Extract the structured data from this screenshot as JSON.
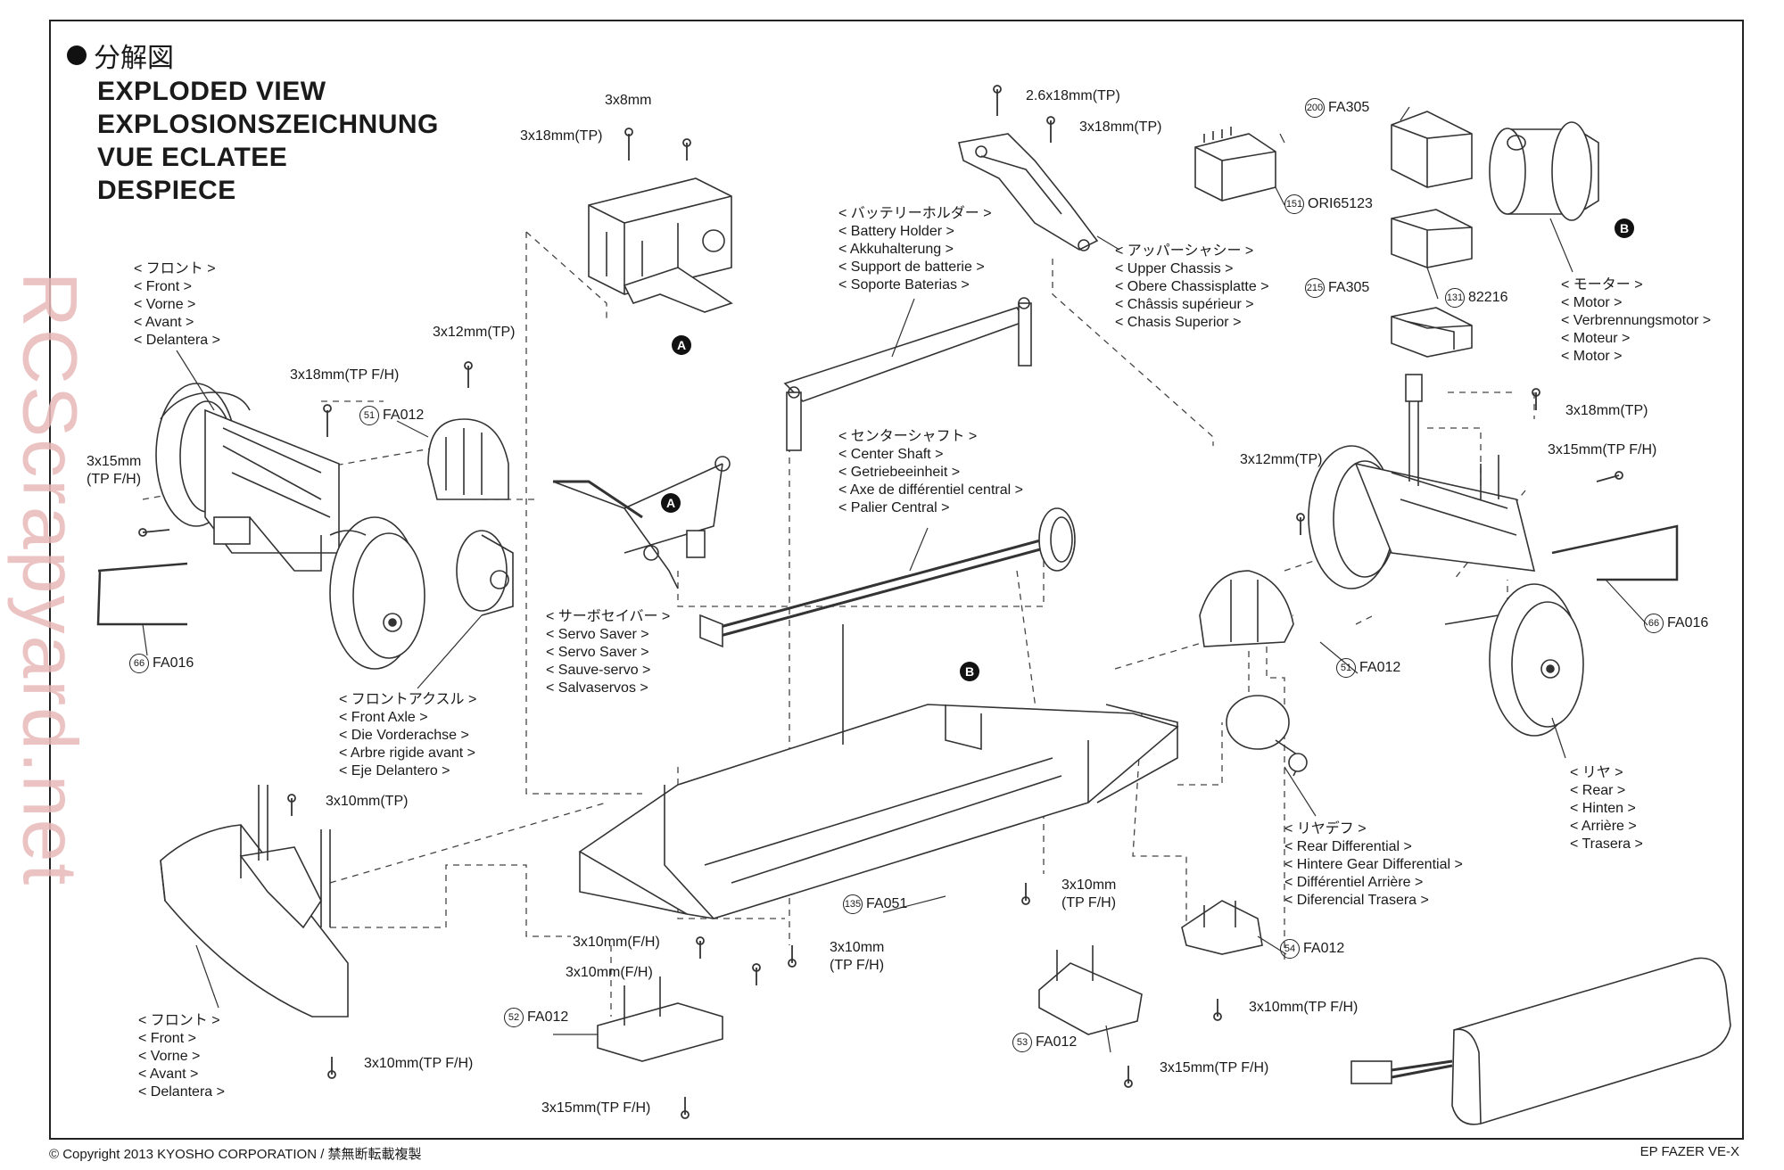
{
  "header": {
    "jp_title": "分解図",
    "titles": [
      "EXPLODED VIEW",
      "EXPLOSIONSZEICHNUNG",
      "VUE ECLATEE",
      "DESPIECE"
    ]
  },
  "watermark": "RCScrapyard.net",
  "footer": {
    "copyright": "© Copyright 2013 KYOSHO CORPORATION / 禁無断転載複製",
    "model": "EP FAZER VE-X"
  },
  "group_labels": {
    "front_top": [
      "< フロント >",
      "< Front >",
      "< Vorne >",
      "< Avant >",
      "< Delantera >"
    ],
    "front_bottom": [
      "< フロント >",
      "< Front >",
      "< Vorne >",
      "< Avant >",
      "< Delantera >"
    ],
    "front_axle": [
      "< フロントアクスル >",
      "< Front Axle >",
      "< Die Vorderachse >",
      "< Arbre rigide avant >",
      "< Eje Delantero >"
    ],
    "servo_saver": [
      "< サーボセイバー >",
      "< Servo Saver >",
      "< Servo Saver >",
      "< Sauve-servo >",
      "< Salvaservos >"
    ],
    "battery_holder": [
      "< バッテリーホルダー >",
      "< Battery Holder >",
      "< Akkuhalterung >",
      "< Support de batterie >",
      "< Soporte Baterias >"
    ],
    "center_shaft": [
      "< センターシャフト >",
      "< Center Shaft >",
      "< Getriebeeinheit >",
      "< Axe de différentiel central >",
      "< Palier Central >"
    ],
    "upper_chassis": [
      "< アッパーシャシー >",
      "< Upper Chassis >",
      "< Obere Chassisplatte >",
      "< Châssis supérieur >",
      "< Chasis Superior >"
    ],
    "motor": [
      "< モーター >",
      "< Motor >",
      "< Verbrennungsmotor >",
      "< Moteur >",
      "< Motor >"
    ],
    "rear": [
      "< リヤ >",
      "< Rear >",
      "< Hinten >",
      "< Arrière >",
      "< Trasera >"
    ],
    "rear_diff": [
      "< リヤデフ >",
      "< Rear Differential >",
      "< Hintere Gear Differential >",
      "< Différentiel Arrière >",
      "< Diferencial Trasera >"
    ]
  },
  "screws": {
    "s_3x8": "3x8mm",
    "s_3x18_tp_top": "3x18mm(TP)",
    "s_26x18": "2.6x18mm(TP)",
    "s_3x18_tp_uc": "3x18mm(TP)",
    "s_3x12_tp_front": "3x12mm(TP)",
    "s_3x18_tpfh": "3x18mm(TP F/H)",
    "s_3x15_front_a": "3x15mm",
    "s_3x15_front_b": "(TP F/H)",
    "s_3x10_tp": "3x10mm(TP)",
    "s_3x10_fh_a": "3x10mm(F/H)",
    "s_3x10_fh_b": "3x10mm(F/H)",
    "s_3x10_tpfh_mid_a": "3x10mm",
    "s_3x10_tpfh_mid_b": "(TP F/H)",
    "s_3x10_tpfh_c_a": "3x10mm",
    "s_3x10_tpfh_c_b": "(TP F/H)",
    "s_3x10_tpfh_bumper": "3x10mm(TP F/H)",
    "s_3x15_tpfh_bottom": "3x15mm(TP F/H)",
    "s_3x15_tpfh_r": "3x15mm(TP F/H)",
    "s_3x10_tpfh_r": "3x10mm(TP F/H)",
    "s_3x12_tp_rear": "3x12mm(TP)",
    "s_3x18_tp_rear": "3x18mm(TP)",
    "s_3x15_tpfh_rear": "3x15mm(TP F/H)"
  },
  "parts": {
    "p200": {
      "num": "200",
      "code": "FA305"
    },
    "p151": {
      "num": "151",
      "code": "ORI65123"
    },
    "p215": {
      "num": "215",
      "code": "FA305"
    },
    "p131": {
      "num": "131",
      "code": "82216"
    },
    "p51a": {
      "num": "51",
      "code": "FA012"
    },
    "p51b": {
      "num": "51",
      "code": "FA012"
    },
    "p66a": {
      "num": "66",
      "code": "FA016"
    },
    "p66b": {
      "num": "66",
      "code": "FA016"
    },
    "p135": {
      "num": "135",
      "code": "FA051"
    },
    "p52": {
      "num": "52",
      "code": "FA012"
    },
    "p53": {
      "num": "53",
      "code": "FA012"
    },
    "p54": {
      "num": "54",
      "code": "FA012"
    }
  },
  "markers": {
    "a": "A",
    "b": "B"
  }
}
